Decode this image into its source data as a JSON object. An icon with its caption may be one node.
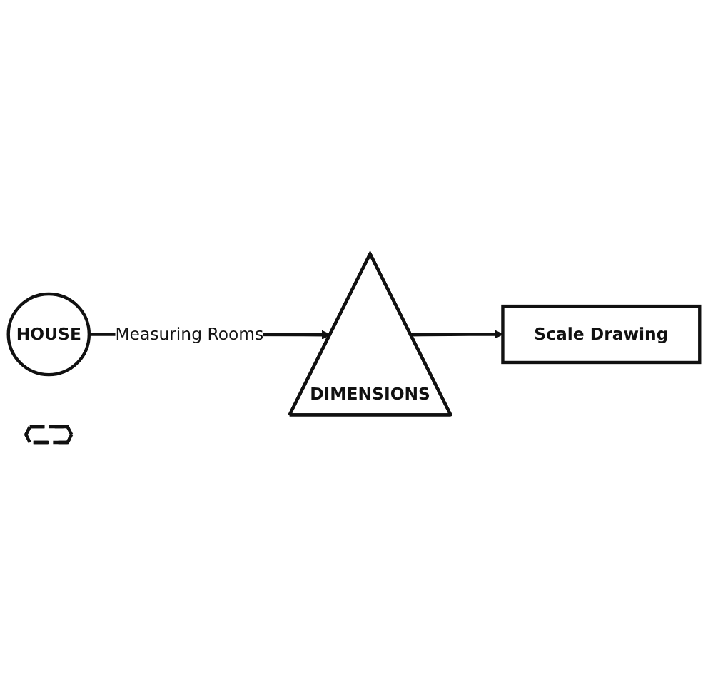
{
  "diagram": {
    "nodes": [
      {
        "text": [
          "HOUSE"
        ]
      },
      {
        "text": [
          "DIMENSIONS"
        ]
      },
      {
        "text": [
          "Scale Drawing"
        ]
      },
      {
        "text": [],
        "shape": "hexagon"
      }
    ],
    "edges": [
      {
        "from": 0,
        "to": 1,
        "arrow": "to",
        "label": "Measuring Rooms"
      },
      {
        "from": 1,
        "to": 2,
        "arrow": "to"
      }
    ]
  }
}
